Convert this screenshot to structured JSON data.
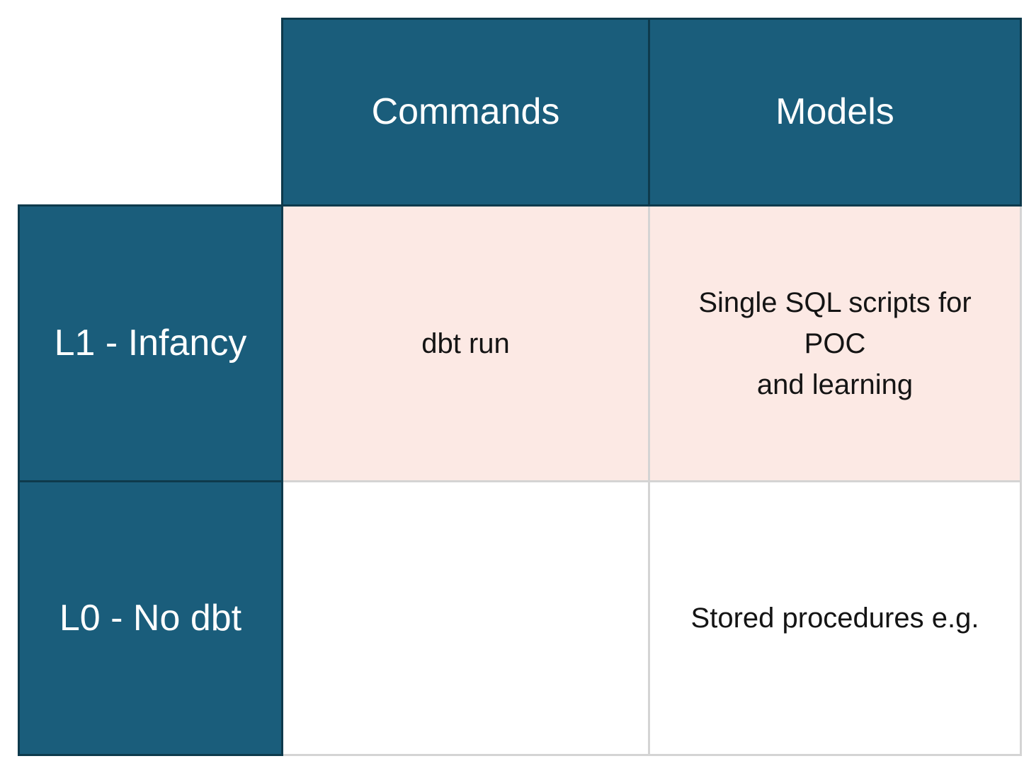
{
  "colors": {
    "header_fill": "#1A5D7B",
    "header_border": "#0E3A4C",
    "header_text": "#FFFFFF",
    "l1_row_fill": "#FCE9E4",
    "l0_row_fill": "#FFFFFF",
    "grid_line": "#D4D4D4",
    "cell_text": "#141414",
    "page_background": "#FFFFFF"
  },
  "matrix": {
    "column_headers": [
      {
        "label": "Commands"
      },
      {
        "label": "Models"
      }
    ],
    "row_headers": [
      {
        "label": "L1 - Infancy"
      },
      {
        "label": "L0 - No dbt"
      }
    ],
    "rows": [
      {
        "level": "L1 - Infancy",
        "cells": [
          "dbt run",
          "Single SQL scripts for POC\nand learning"
        ]
      },
      {
        "level": "L0 - No dbt",
        "cells": [
          "",
          "Stored procedures e.g."
        ]
      }
    ]
  }
}
